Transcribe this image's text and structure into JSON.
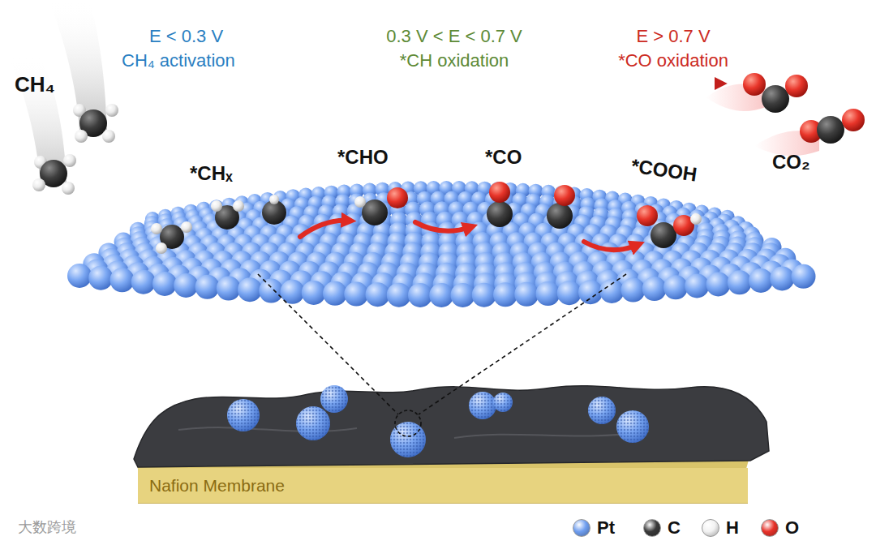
{
  "diagram": {
    "nodes": [
      {
        "text": [
          "Nafion Membrane"
        ]
      }
    ],
    "labels": [
      "CH₄",
      "E < 0.3 V",
      "CH₄ activation",
      "0.3 V < E < 0.7 V",
      "*CH oxidation",
      "E > 0.7 V",
      "*CO oxidation",
      "*CHₓ",
      "*CHO",
      "*CO",
      "*COOH",
      "CO₂",
      "大数跨境"
    ],
    "legend": [
      {
        "text": "Pt",
        "color": "#6f9ef0"
      },
      {
        "text": "C",
        "color": "#3a3a3a"
      },
      {
        "text": "H",
        "color": "#f2f2f2"
      },
      {
        "text": "O",
        "color": "#e8322a"
      }
    ]
  }
}
